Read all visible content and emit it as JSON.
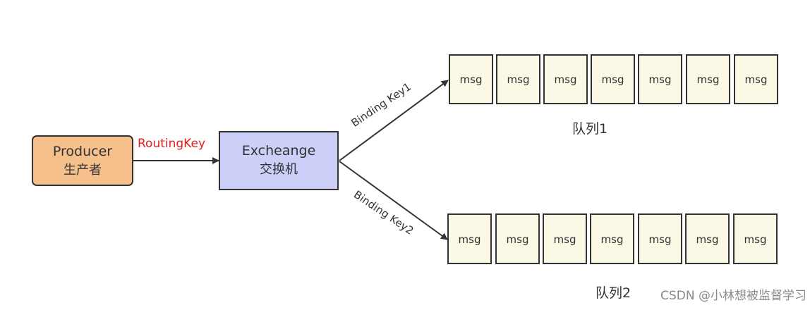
{
  "producer": {
    "title": "Producer",
    "subtitle": "生产者",
    "color": "#f5c08c"
  },
  "routing_key_label": "RoutingKey",
  "exchange": {
    "title": "Excheange",
    "subtitle": "交换机",
    "color": "#ccd0f8"
  },
  "bindings": [
    {
      "label": "Binding Key1"
    },
    {
      "label": "Binding Key2"
    }
  ],
  "queues": [
    {
      "label": "队列1",
      "messages": [
        "msg",
        "msg",
        "msg",
        "msg",
        "msg",
        "msg",
        "msg"
      ]
    },
    {
      "label": "队列2",
      "messages": [
        "msg",
        "msg",
        "msg",
        "msg",
        "msg",
        "msg",
        "msg"
      ]
    }
  ],
  "message_color": "#fbf8e6",
  "watermark": "CSDN @小林想被监督学习"
}
